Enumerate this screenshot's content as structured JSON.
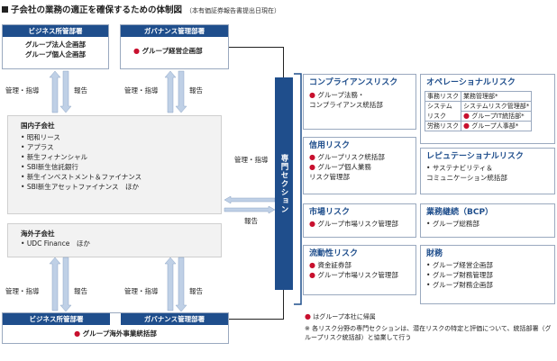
{
  "title": "子会社の業務の適正を確保するための体制図",
  "title_note": "（本有価証券報告書提出日現在）",
  "top": {
    "left_header": "ビジネス所管部署",
    "left_lines": [
      "グループ法人企画部",
      "グループ個人企画部"
    ],
    "right_header": "ガバナンス管理部署",
    "right_item": "グループ経営企画部"
  },
  "arrows": {
    "manage": "管理・指導",
    "report": "報告"
  },
  "domestic": {
    "title": "国内子会社",
    "items": [
      "昭和リース",
      "アプラス",
      "新生フィナンシャル",
      "SBI新生信託銀行",
      "新生インベストメント＆ファイナンス",
      "SBI新生アセットファイナンス　ほか"
    ]
  },
  "overseas": {
    "title": "海外子会社",
    "items": [
      "UDC Finance　ほか"
    ]
  },
  "bottom": {
    "left_header": "ビジネス所管部署",
    "right_header": "ガバナンス管理部署",
    "item": "グループ海外事業統括部"
  },
  "section_bar": "専門セクション",
  "risks": {
    "compliance": {
      "title": "コンプライアンスリスク",
      "items": [
        "グループ法務・\nコンプライアンス統括部"
      ]
    },
    "credit": {
      "title": "信用リスク",
      "items": [
        "グループリスク統括部",
        "グループ個人業務\nリスク管理部"
      ]
    },
    "market": {
      "title": "市場リスク",
      "items": [
        "グループ市場リスク管理部"
      ]
    },
    "liquidity": {
      "title": "流動性リスク",
      "items": [
        "資金証券部",
        "グループ市場リスク管理部"
      ]
    },
    "operational": {
      "title": "オペレーショナルリスク",
      "rows": [
        {
          "k": "事務リスク",
          "v": "業務管理部*"
        },
        {
          "k": "システム",
          "v": "システムリスク管理部*"
        },
        {
          "k": "リスク",
          "v": "グループIT統括部*"
        },
        {
          "k": "労務リスク",
          "v": "グループ人事部*"
        }
      ]
    },
    "reputation": {
      "title": "レピュテーショナルリスク",
      "items": [
        "サステナビリティ＆\nコミュニケーション統括部"
      ]
    },
    "bcp": {
      "title": "業務継続（BCP）",
      "items": [
        "グループ総務部"
      ]
    },
    "finance": {
      "title": "財務",
      "items": [
        "グループ経営企画部",
        "グループ財務管理部",
        "グループ財務企画部"
      ]
    }
  },
  "footnote_legend": "はグループ本社に帰属",
  "footnote_mark": "※",
  "footnote_text": "各リスク分野の専門セクションは、潜在リスクの特定と評価について、統括部署（グループリスク統括部）と協業して行う",
  "colors": {
    "navy": "#1f4e8c",
    "red": "#c8102e",
    "gray": "#f2f2f2"
  }
}
